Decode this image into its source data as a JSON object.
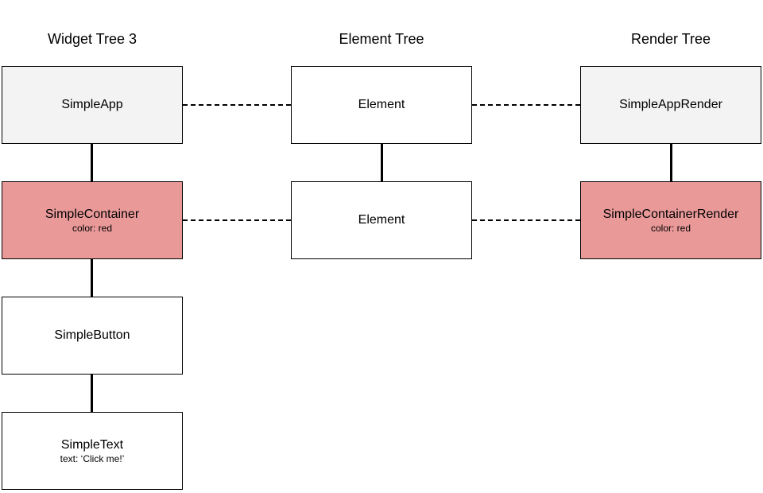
{
  "columns": {
    "widget_title": "Widget Tree 3",
    "element_title": "Element Tree",
    "render_title": "Render Tree"
  },
  "widget_tree": {
    "simple_app": "SimpleApp",
    "simple_container": "SimpleContainer",
    "simple_container_prop": "color: red",
    "simple_button": "SimpleButton",
    "simple_text": "SimpleText",
    "simple_text_prop": "text: ‘Click me!’"
  },
  "element_tree": {
    "element_1": "Element",
    "element_2": "Element"
  },
  "render_tree": {
    "simple_app_render": "SimpleAppRender",
    "simple_container_render": "SimpleContainerRender",
    "simple_container_render_prop": "color: red"
  },
  "colors": {
    "app_fill": "#f3f3f3",
    "container_fill": "#ea9999",
    "default_fill": "#ffffff",
    "stroke": "#000000"
  }
}
